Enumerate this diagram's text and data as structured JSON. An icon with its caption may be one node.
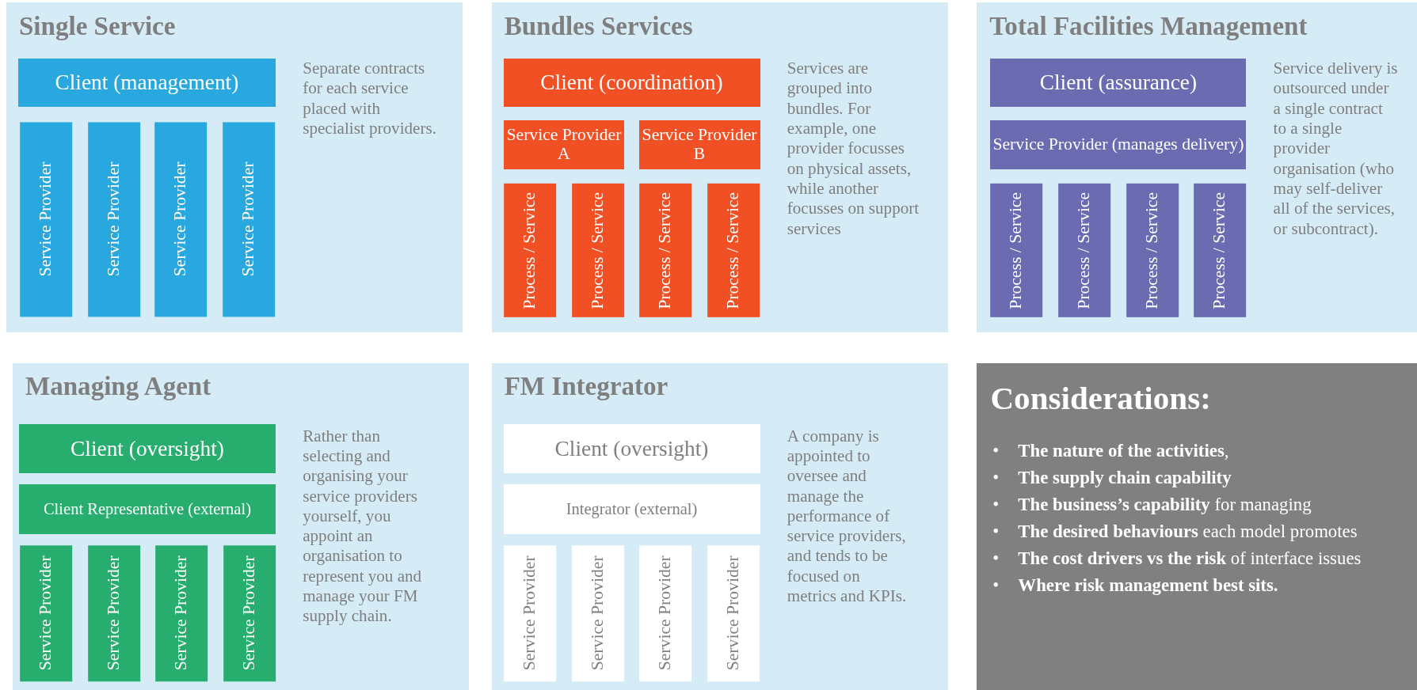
{
  "diagram": {
    "nodes": [
      {
        "text": [
          "Single Service",
          "Separate contracts for each service placed with specialist providers."
        ]
      },
      {
        "text": [
          "Client (management)"
        ],
        "in": 0
      },
      {
        "text": [
          "Service Provider"
        ],
        "in": 0
      },
      {
        "text": [
          "Service Provider"
        ],
        "in": 0
      },
      {
        "text": [
          "Service Provider"
        ],
        "in": 0
      },
      {
        "text": [
          "Service Provider"
        ],
        "in": 0
      },
      {
        "text": [
          "Bundles Services",
          "Services are grouped into bundles. For example, one provider focusses on physical assets, while another focusses on support services"
        ]
      },
      {
        "text": [
          "Client (coordination)"
        ],
        "in": 6
      },
      {
        "text": [
          "Service Provider A"
        ],
        "in": 6
      },
      {
        "text": [
          "Service Provider B"
        ],
        "in": 6
      },
      {
        "text": [
          "Process / Service"
        ],
        "in": 6
      },
      {
        "text": [
          "Process / Service"
        ],
        "in": 6
      },
      {
        "text": [
          "Process / Service"
        ],
        "in": 6
      },
      {
        "text": [
          "Process / Service"
        ],
        "in": 6
      },
      {
        "text": [
          "Total Facilities Management",
          "Service delivery is outsourced under a single contract to a single provider organisation (who may self-deliver all of the services, or subcontract)."
        ]
      },
      {
        "text": [
          "Client (assurance)"
        ],
        "in": 14
      },
      {
        "text": [
          "Service Provider (manages delivery)"
        ],
        "in": 14
      },
      {
        "text": [
          "Process / Service"
        ],
        "in": 14
      },
      {
        "text": [
          "Process / Service"
        ],
        "in": 14
      },
      {
        "text": [
          "Process / Service"
        ],
        "in": 14
      },
      {
        "text": [
          "Process / Service"
        ],
        "in": 14
      },
      {
        "text": [
          "Managing Agent",
          "Rather than selecting and organising your service providers yourself, you appoint an organisation to represent you and manage your FM supply chain."
        ]
      },
      {
        "text": [
          "Client (oversight)"
        ],
        "in": 21
      },
      {
        "text": [
          "Client Representative (external)"
        ],
        "in": 21
      },
      {
        "text": [
          "Service Provider"
        ],
        "in": 21
      },
      {
        "text": [
          "Service Provider"
        ],
        "in": 21
      },
      {
        "text": [
          "Service Provider"
        ],
        "in": 21
      },
      {
        "text": [
          "Service Provider"
        ],
        "in": 21
      },
      {
        "text": [
          "FM Integrator",
          "A company is appointed to oversee and manage the performance of service providers, and tends to be focused on metrics and KPIs."
        ]
      },
      {
        "text": [
          "Client (oversight)"
        ],
        "in": 28
      },
      {
        "text": [
          "Integrator (external)"
        ],
        "in": 28
      },
      {
        "text": [
          "Service Provider"
        ],
        "in": 28
      },
      {
        "text": [
          "Service Provider"
        ],
        "in": 28
      },
      {
        "text": [
          "Service Provider"
        ],
        "in": 28
      },
      {
        "text": [
          "Service Provider"
        ],
        "in": 28
      },
      {
        "text": [
          "Considerations:",
          "**The nature of the activities**,",
          "**The supply chain capability**",
          "**The business’s capability** for managing",
          "**The desired behaviours** each model promotes",
          "**The cost drivers vs the risk** of interface issues",
          "**Where risk management best sits.**"
        ]
      }
    ],
    "labels": [
      "•",
      "•",
      "•",
      "•",
      "•",
      "•"
    ]
  }
}
